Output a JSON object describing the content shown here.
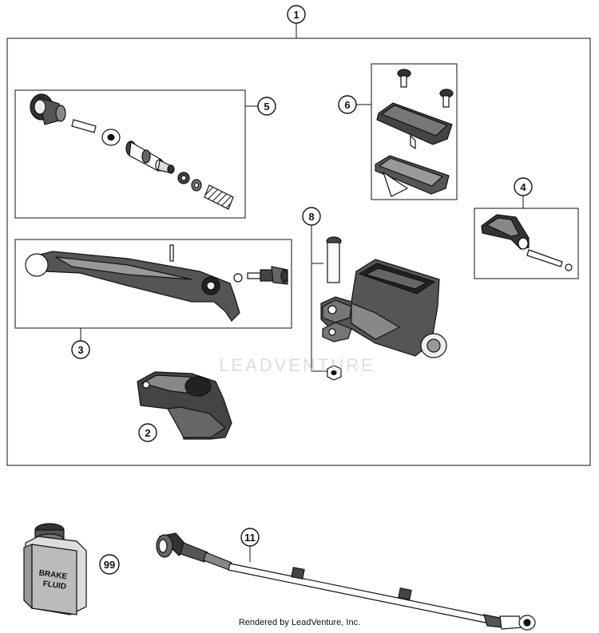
{
  "callouts": {
    "c1": "1",
    "c2": "2",
    "c3": "3",
    "c4": "4",
    "c5": "5",
    "c6": "6",
    "c8": "8",
    "c11": "11",
    "c99": "99"
  },
  "brake_fluid_label": {
    "line1": "BRAKE",
    "line2": "FLUID"
  },
  "watermark": "LEADVENTURE",
  "footer": "Rendered by LeadVenture, Inc."
}
